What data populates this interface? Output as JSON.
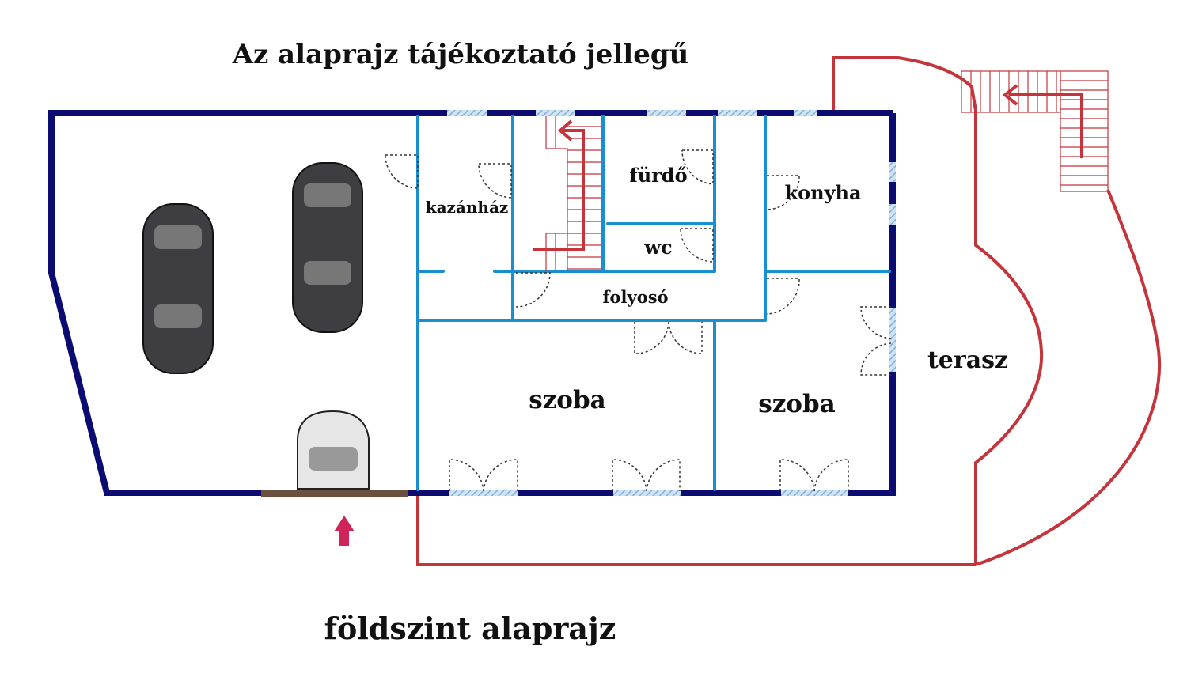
{
  "title": "Az alaprajz tájékoztató jellegű",
  "caption": "földszint alaprajz",
  "rooms": {
    "kazanhaz": "kazánház",
    "furdo": "fürdő",
    "konyha": "konyha",
    "wc": "wc",
    "folyoso": "folyosó",
    "szoba1": "szoba",
    "szoba2": "szoba",
    "terasz": "terasz"
  },
  "colors": {
    "outer_wall": "#0b0b72",
    "inner_wall": "#1a8fd0",
    "terrace": "#c4343a",
    "window": "#9cc6ea",
    "entry_arrow": "#d0245a",
    "garage_door": "#6b5040"
  }
}
